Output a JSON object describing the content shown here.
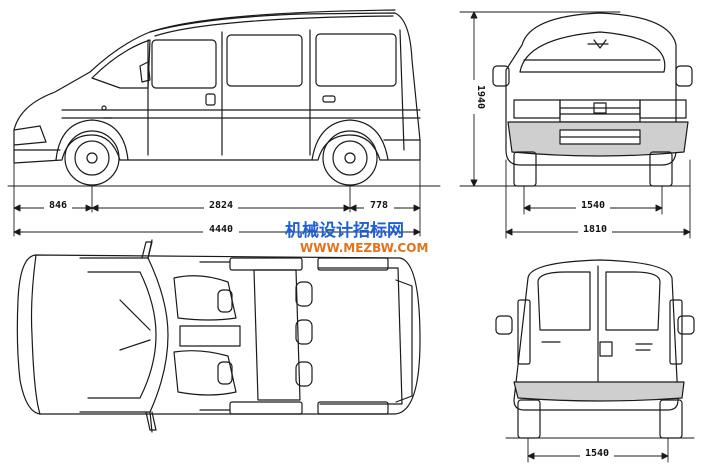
{
  "dimensions": {
    "front_overhang": "846",
    "wheelbase": "2824",
    "rear_overhang": "778",
    "overall_length": "4440",
    "overall_height": "1940",
    "front_track": "1540",
    "overall_width": "1810",
    "rear_track": "1540"
  },
  "watermark": {
    "title": "机械设计招标网",
    "url": "WWW.MEZBW.COM",
    "colors": {
      "blue": "#1f5fd6",
      "orange": "#e4711c"
    }
  },
  "icons": [
    "van-side-view",
    "van-front-view",
    "van-top-view",
    "van-rear-view"
  ]
}
